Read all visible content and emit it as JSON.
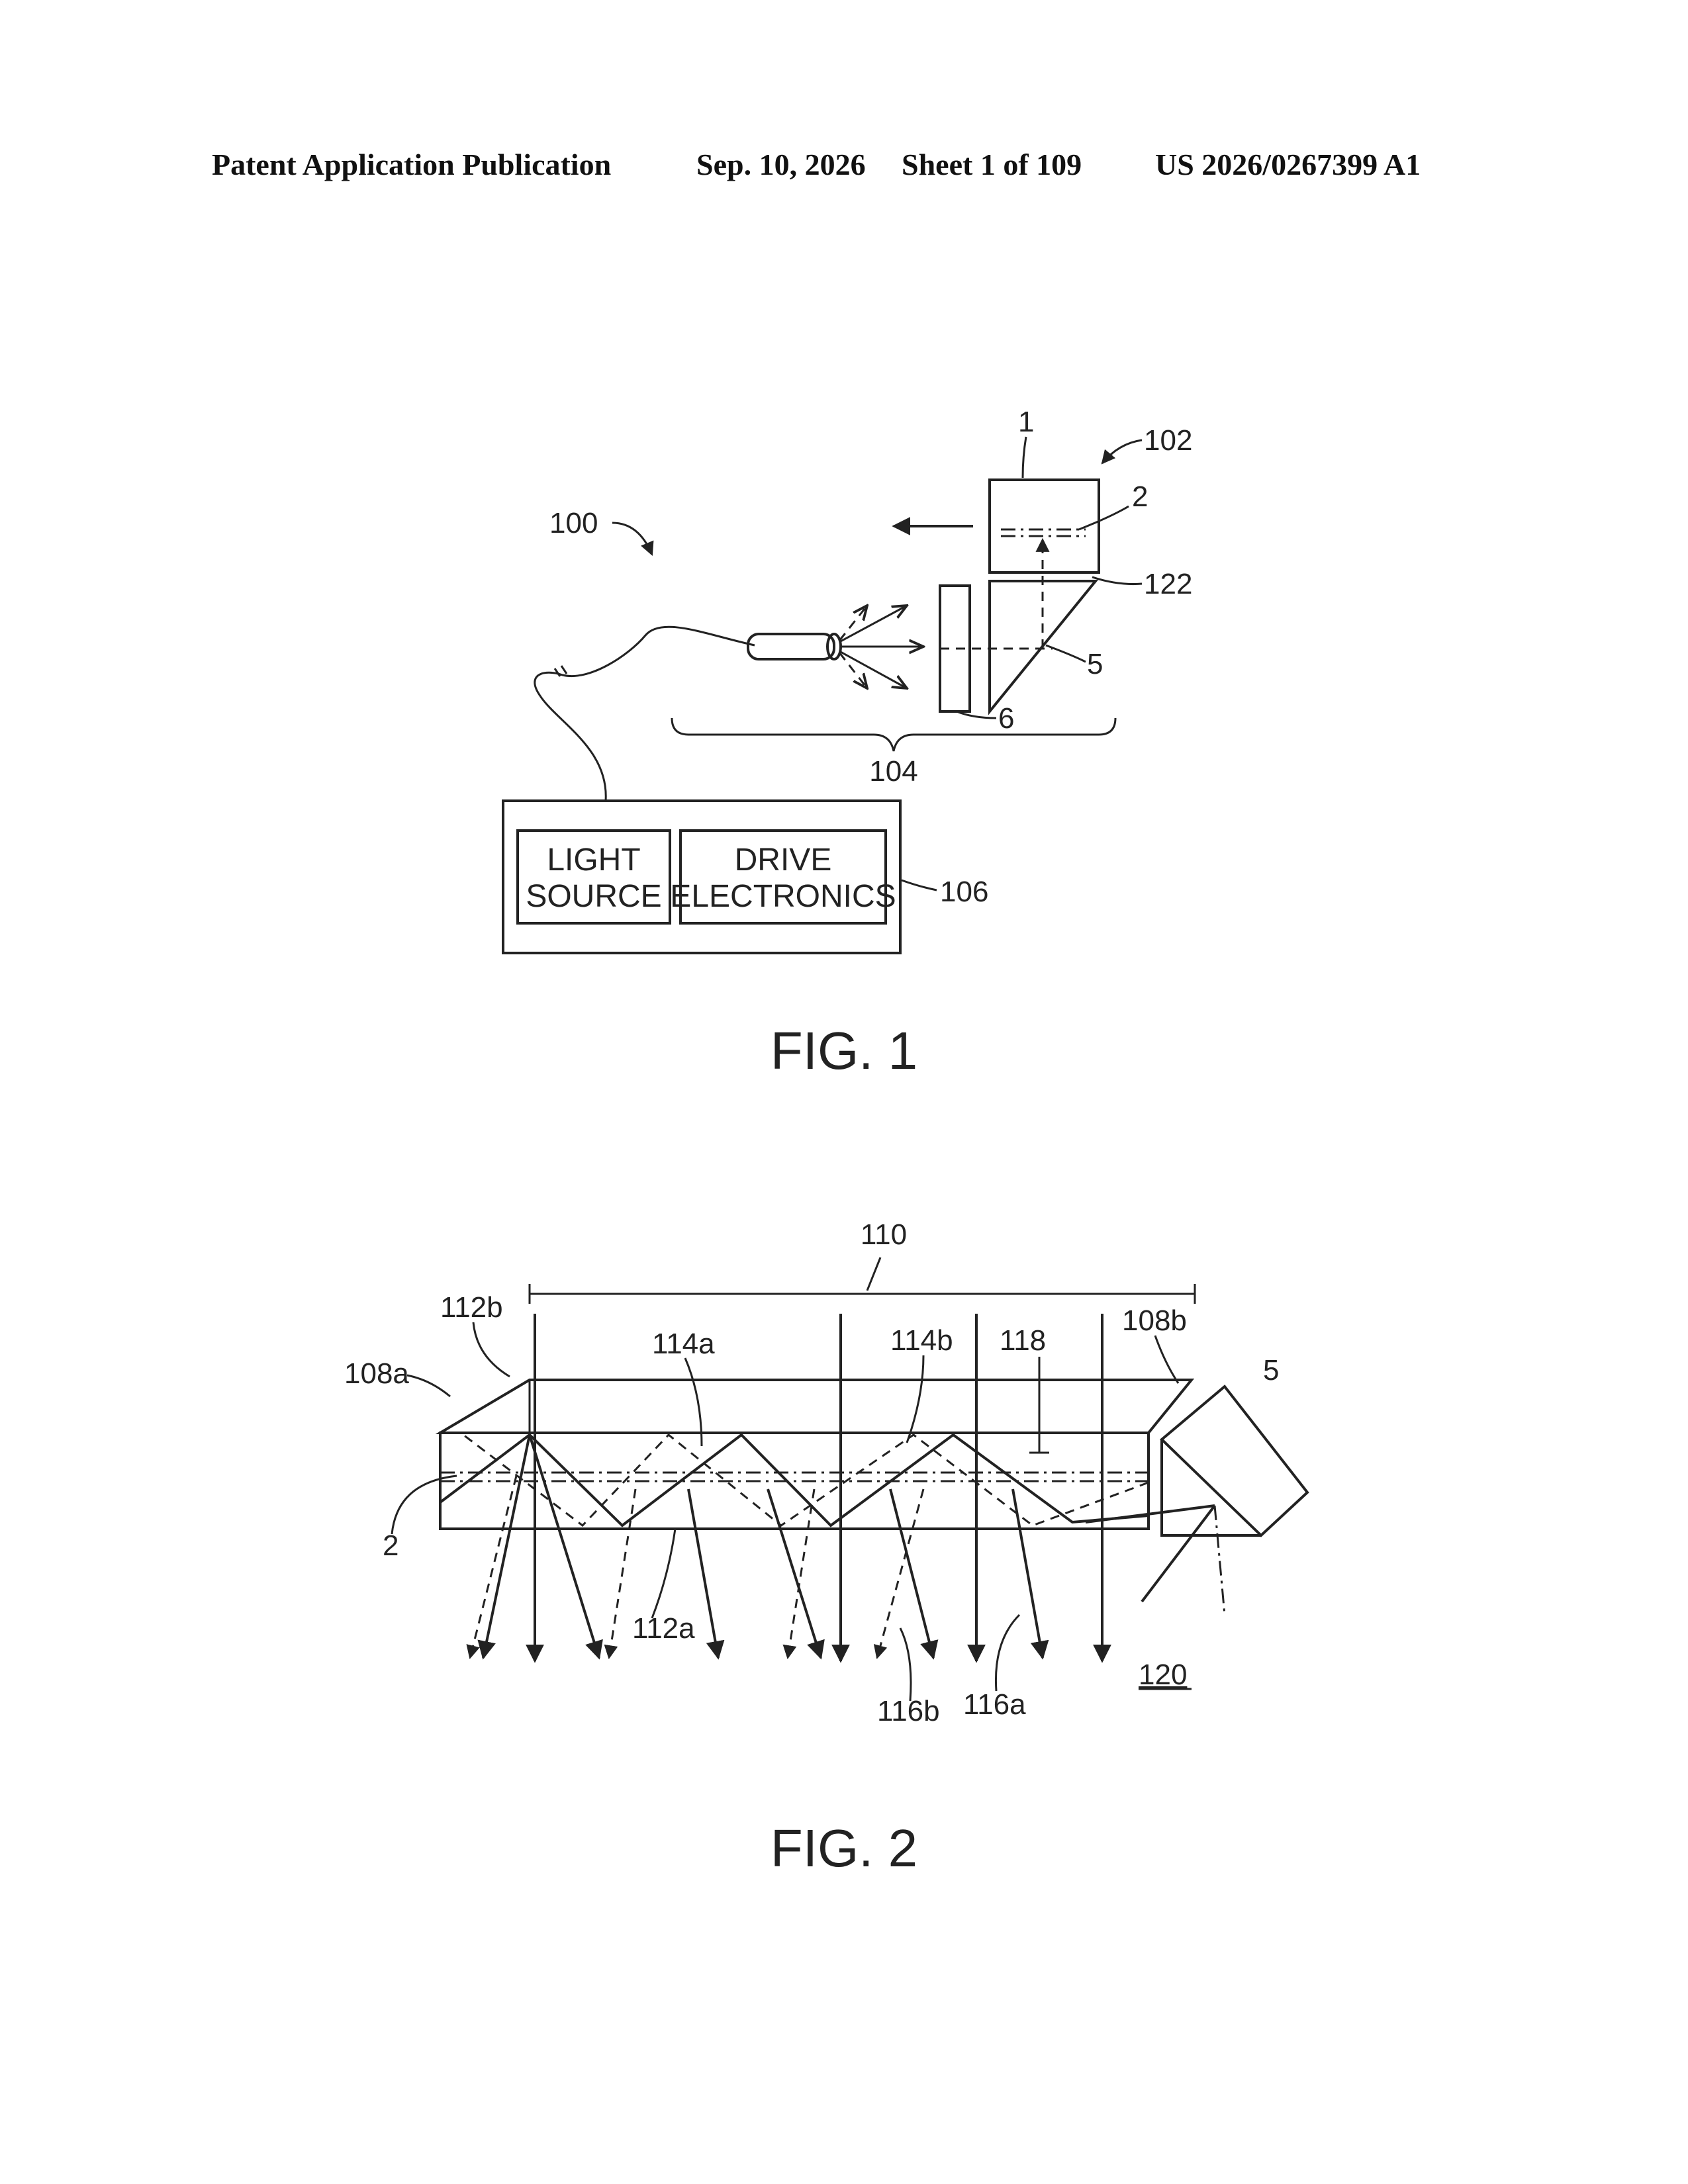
{
  "header": {
    "publication": "Patent Application Publication",
    "date": "Sep. 10, 2026",
    "sheet": "Sheet 1 of 109",
    "number": "US 2026/0267399 A1"
  },
  "fig1": {
    "caption": "FIG. 1",
    "labels": {
      "system": "100",
      "display": "102",
      "optics": "104",
      "controller": "106",
      "waveguide": "1",
      "layer": "2",
      "gap": "122",
      "prism": "5",
      "plate": "6"
    },
    "boxes": {
      "light_source_line1": "LIGHT",
      "light_source_line2": "SOURCE",
      "drive_line1": "DRIVE",
      "drive_line2": "ELECTRONICS"
    }
  },
  "fig2": {
    "caption": "FIG. 2",
    "labels": {
      "span": "110",
      "edge_b": "112b",
      "edge_a": "112a",
      "end_a": "108a",
      "end_b": "108b",
      "ray_a": "114a",
      "ray_b": "114b",
      "line": "118",
      "layer": "2",
      "prism": "5",
      "out_b": "116b",
      "out_a": "116a",
      "viewer": "120"
    }
  }
}
